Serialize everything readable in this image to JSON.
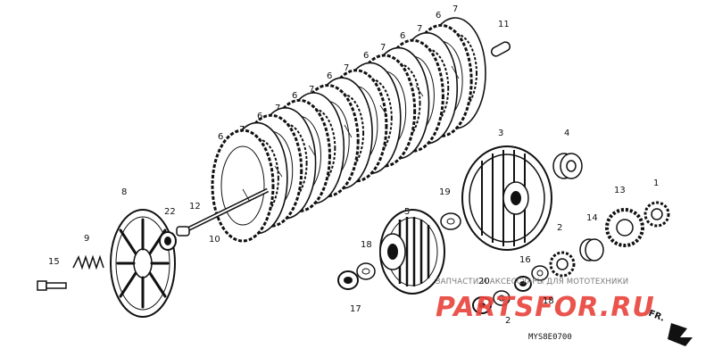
{
  "diagram": {
    "code": "MYS8E0700",
    "direction_label": "FR.",
    "callouts": [
      "1",
      "2",
      "2",
      "3",
      "4",
      "5",
      "6",
      "6",
      "6",
      "6",
      "6",
      "6",
      "6",
      "7",
      "7",
      "7",
      "7",
      "7",
      "7",
      "7",
      "8",
      "9",
      "10",
      "11",
      "12",
      "13",
      "14",
      "15",
      "16",
      "17",
      "18",
      "18",
      "19",
      "20",
      "22"
    ]
  },
  "watermark": {
    "tagline": "ЗАПЧАСТИ И АКСЕССУАРЫ ДЛЯ МОТОТЕХНИКИ",
    "logo": "PARTSFOR.RU",
    "color": "#e8423a"
  }
}
